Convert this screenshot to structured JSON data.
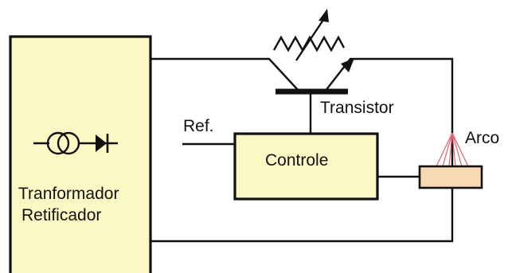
{
  "colors": {
    "block_fill": "#fbf8c4",
    "arc_block_fill": "#f8d9b4",
    "arc_rays": "#e06070",
    "line": "#111111",
    "background": "#ffffff"
  },
  "blocks": {
    "transformer": {
      "line1": "Tranformador",
      "line2": "Retificador",
      "icon": "transformer-diode-symbol-icon"
    },
    "controller": {
      "label": "Controle"
    },
    "arc_block": {
      "label": "Arco"
    }
  },
  "labels": {
    "reference": "Ref.",
    "transistor": "Transistor"
  },
  "icons": {
    "variable_resistor": "variable-resistor-icon",
    "transistor": "transistor-symbol-icon",
    "arc_rays": "arc-rays-icon"
  }
}
